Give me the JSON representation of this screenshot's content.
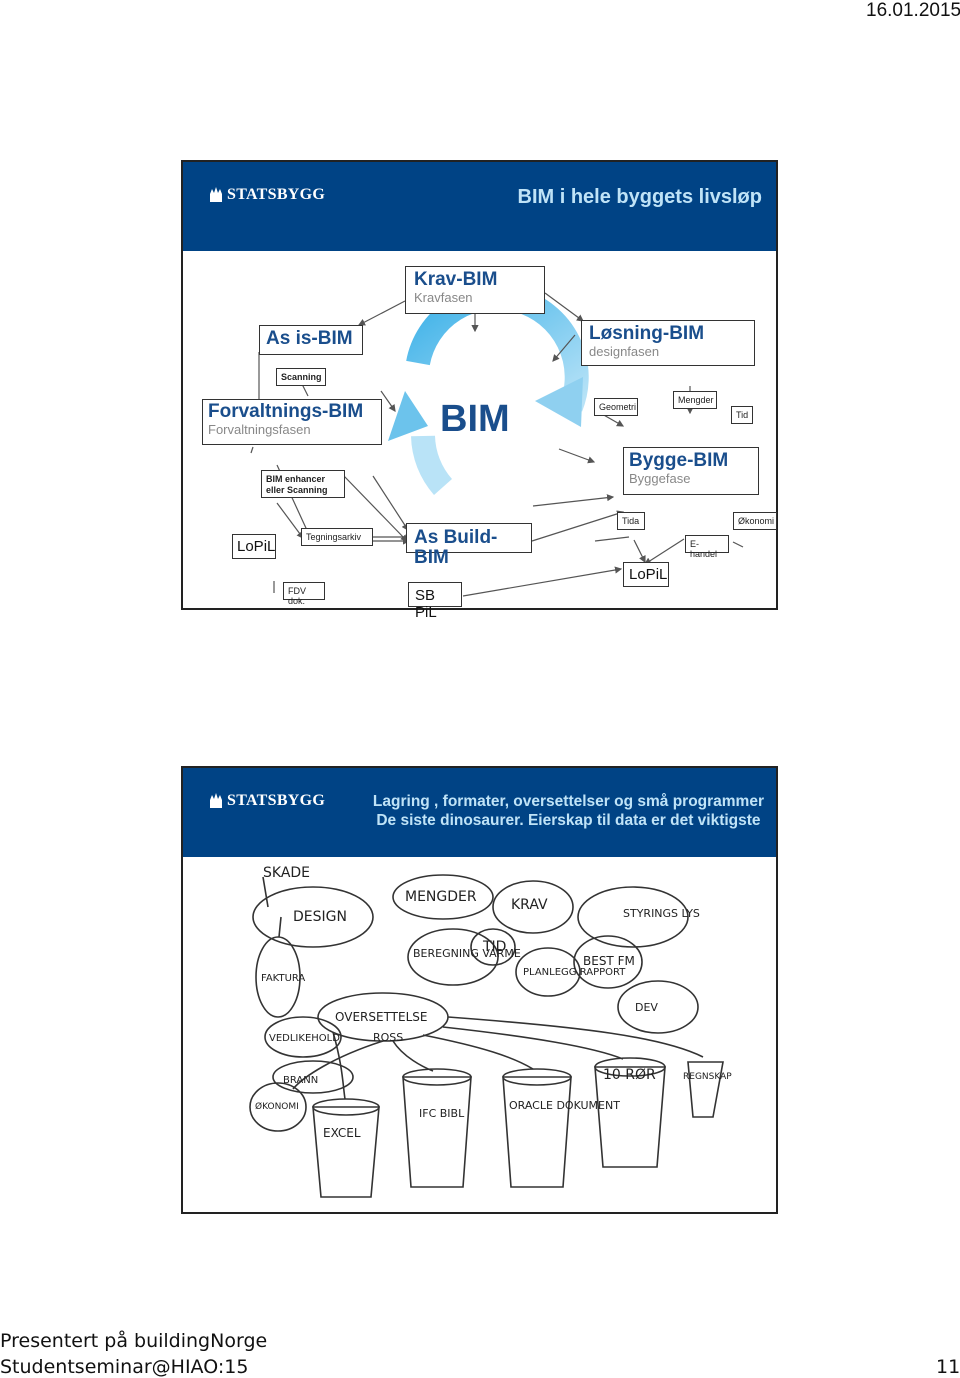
{
  "page_date": "16.01.2015",
  "slide1": {
    "logo_text": "STATSBYGG",
    "title": "BIM i hele byggets livsløp",
    "center_label": "BIM",
    "nodes": {
      "krav_title": "Krav-BIM",
      "krav_sub": "Kravfasen",
      "losning_title": "Løsning-BIM",
      "losning_sub": "designfasen",
      "asis_title": "As is-BIM",
      "scanning": "Scanning",
      "forv_title": "Forvaltnings-BIM",
      "forv_sub": "Forvaltningsfasen",
      "enhancer": "BIM enhancer eller Scanning",
      "geometri": "Geometri",
      "mengder": "Mengder",
      "tid": "Tid",
      "bygge_title": "Bygge-BIM",
      "bygge_sub": "Byggefase",
      "lopil_left": "LoPiL",
      "tegningsarkiv": "Tegningsarkiv",
      "asbuild_title": "As Build-BIM",
      "tida": "Tida",
      "okonomi": "Økonomi",
      "ehandel": "E-handel",
      "fdv": "FDV dok.",
      "sbpil": "SB PiL",
      "lopil_right": "LoPiL"
    }
  },
  "slide2": {
    "logo_text": "STATSBYGG",
    "title_line1": "Lagring , formater, oversettelser og små programmer",
    "title_line2": "De siste dinosaurer. Eierskap til data er det viktigste",
    "sketch_labels": [
      "MENGDER",
      "KRAV",
      "DESIGN",
      "TID",
      "BEREGNING VARME",
      "PLANLEGG RAPPORT",
      "BEST FM",
      "STYRINGS LYS",
      "FAKTURA",
      "OVERSETTELSE",
      "ROSS",
      "VEDLIKEHOLD",
      "IFC BIBL",
      "ORACLE DOKUMENT",
      "10 RØR",
      "EXCEL",
      "BRANN",
      "DEV",
      "ØKONOMI",
      "REGNSKAP",
      "SKADE"
    ]
  },
  "footer": {
    "line1": "Presentert på buildingNorge",
    "line2": "Studentseminar@HIAO:15",
    "page_number": "11"
  }
}
